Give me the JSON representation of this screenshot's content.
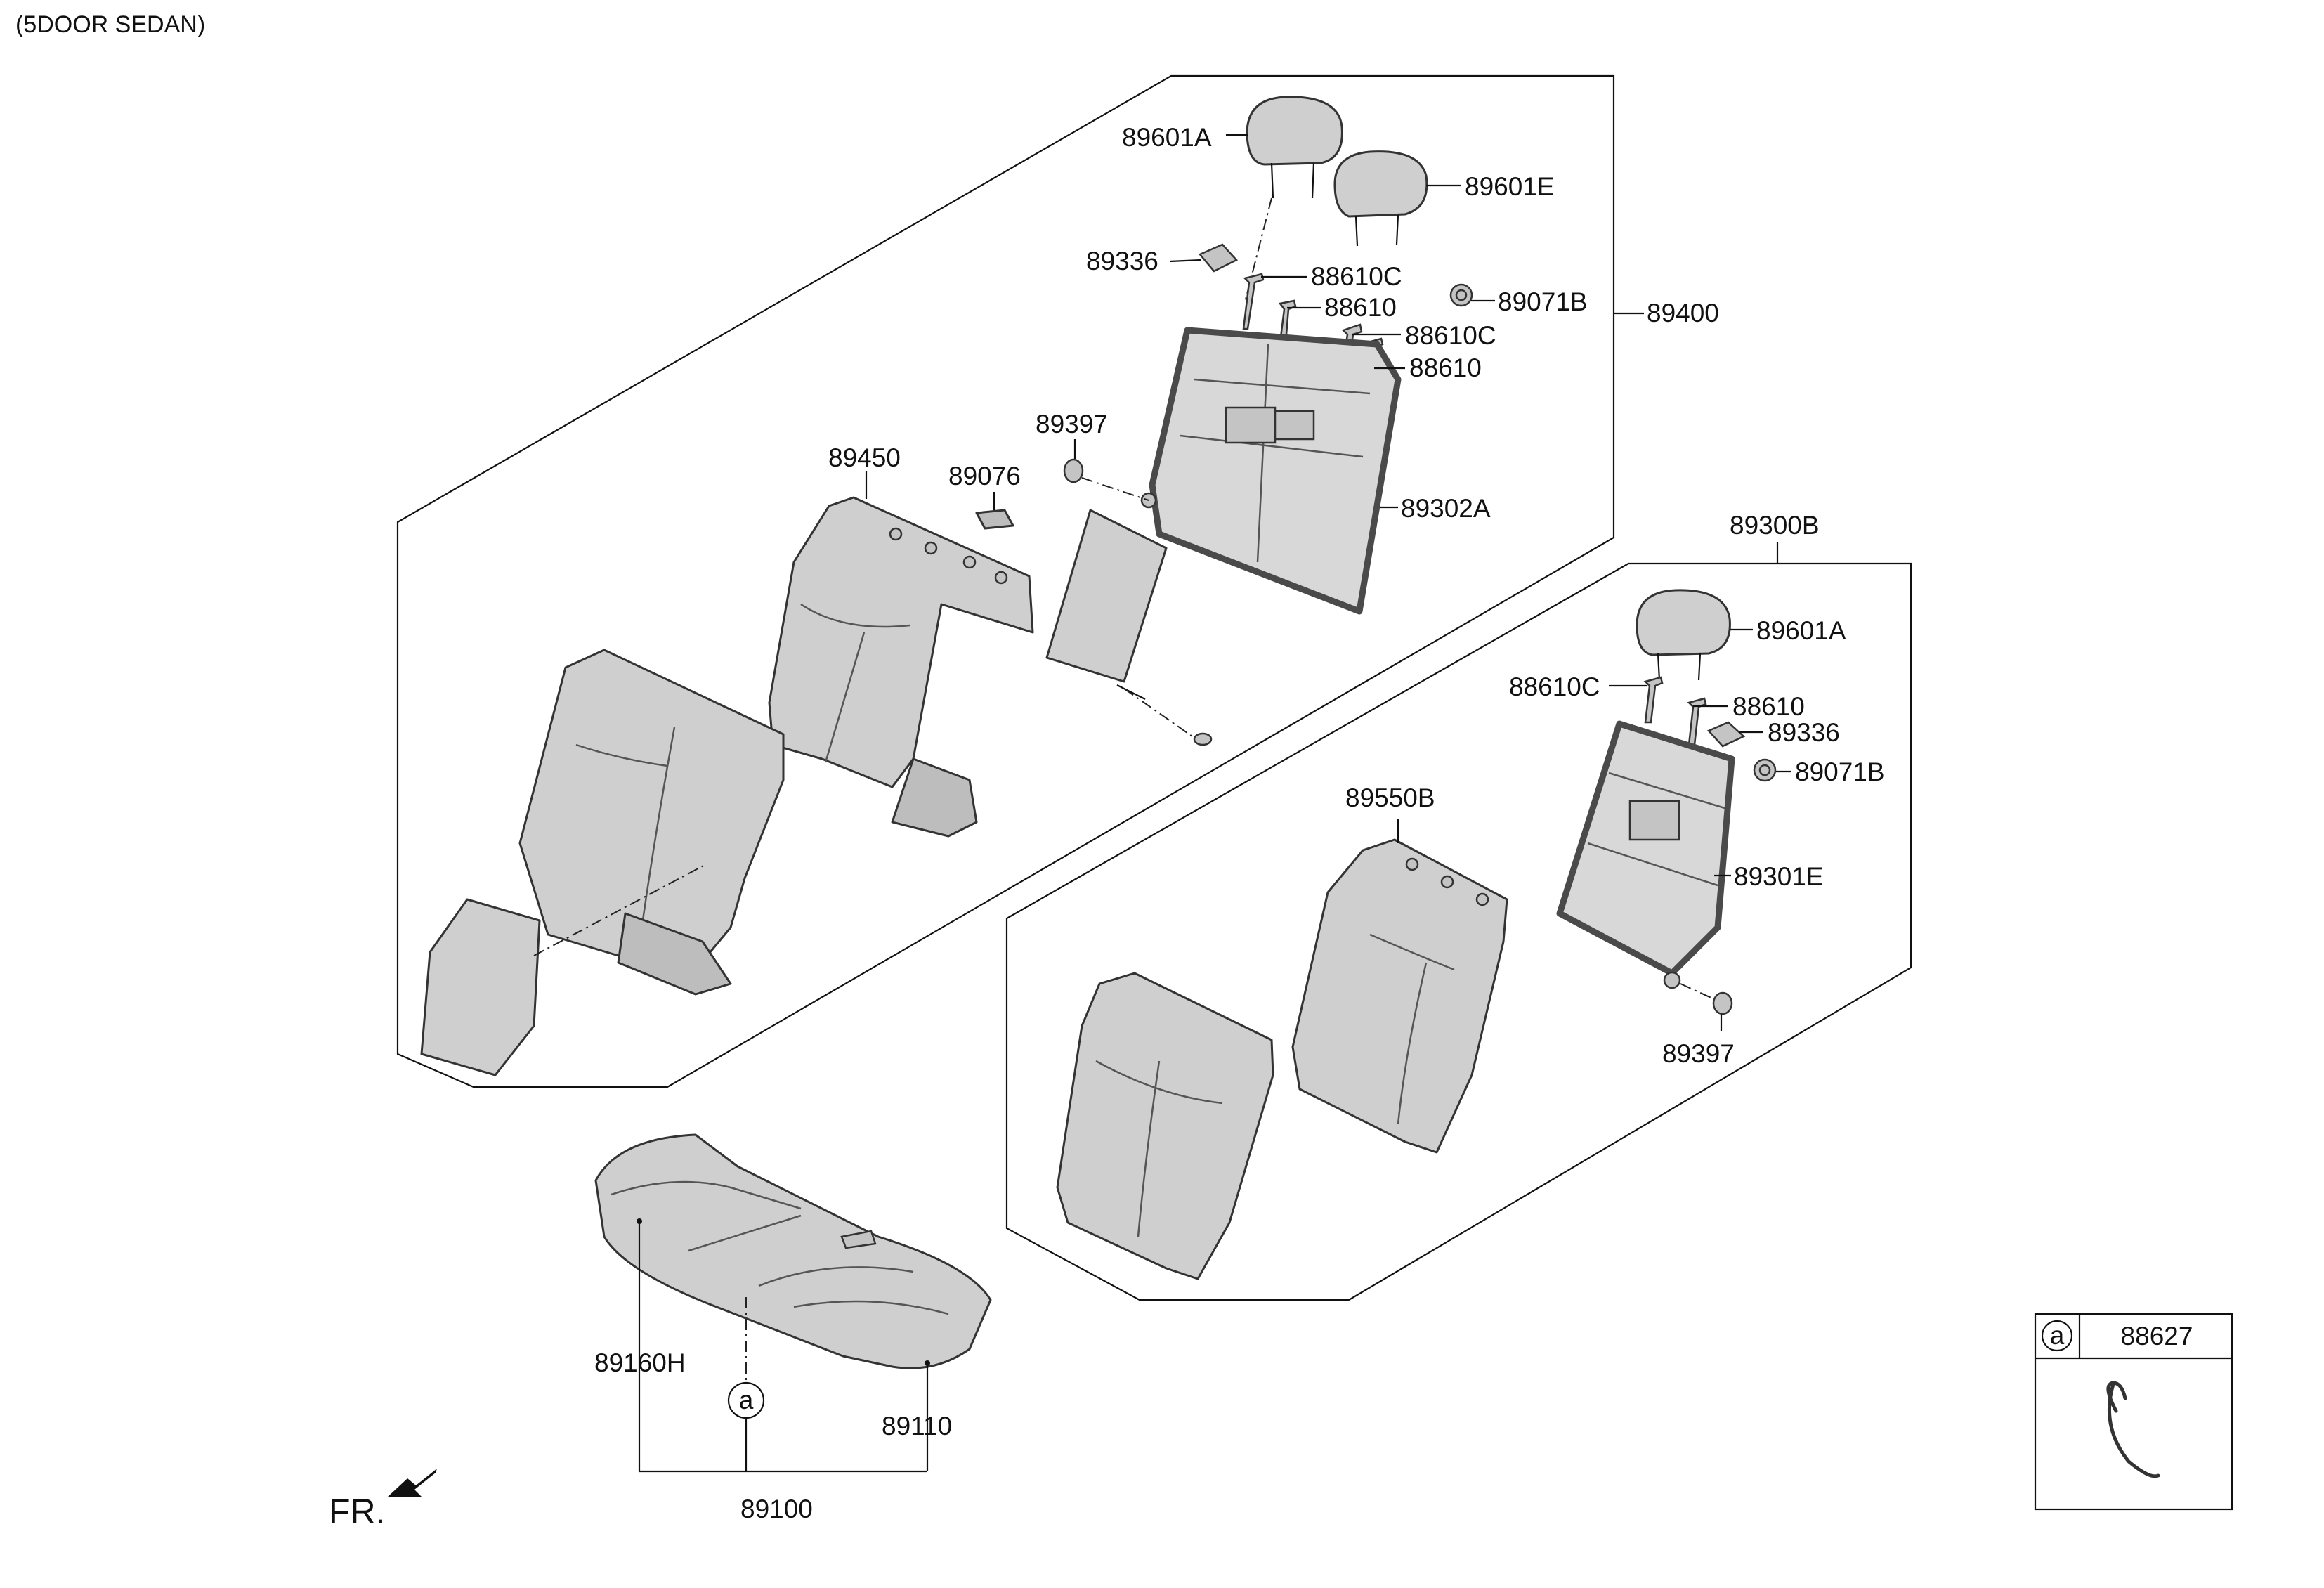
{
  "variant_label": "(5DOOR SEDAN)",
  "direction_label": "FR.",
  "labels": {
    "headrest_a_upper": "89601A",
    "headrest_e": "89601E",
    "bracket_upper": "89336",
    "guide_c_1": "88610C",
    "guide_1": "88610",
    "guide_c_2": "88610C",
    "guide_2": "88610",
    "knob_upper": "89071B",
    "back_assy_upper": "89400",
    "cap_upper": "89397",
    "armrest_cover": "89076",
    "back_cover_upper": "89450",
    "back_frame_upper": "89302A",
    "back_assy_lower": "89300B",
    "headrest_a_lower": "89601A",
    "guide_c_lower": "88610C",
    "guide_lower": "88610",
    "bracket_lower": "89336",
    "knob_lower": "89071B",
    "back_cover_lower": "89550B",
    "back_frame_lower": "89301E",
    "cap_lower": "89397",
    "cushion_pad": "89160H",
    "cushion_cover": "89110",
    "cushion_assy": "89100",
    "ref_a": "a"
  },
  "legend": {
    "ref": "a",
    "part_no": "88627"
  }
}
